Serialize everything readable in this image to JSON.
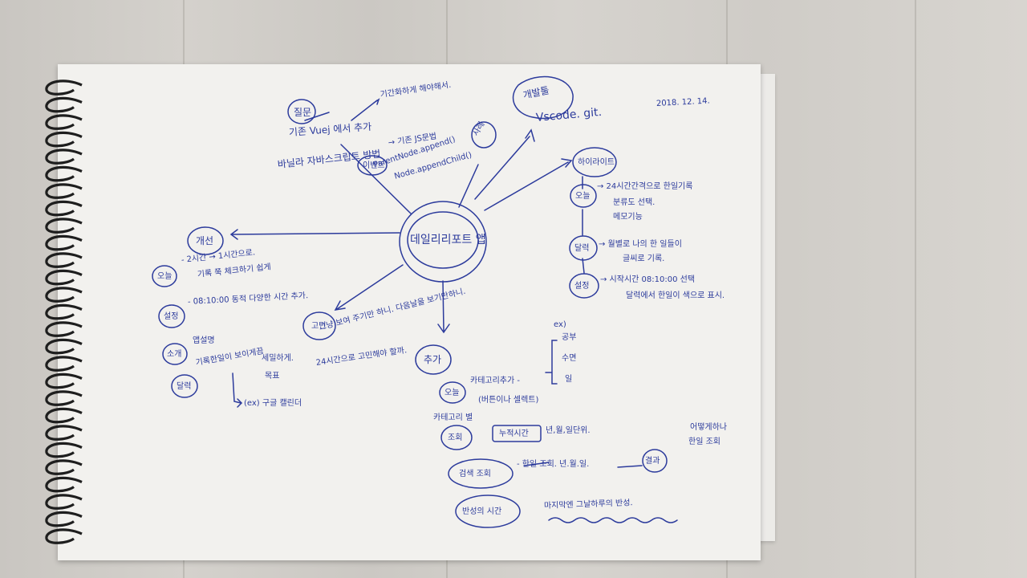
{
  "date": "2018. 12. 14.",
  "center": "데일리리포트 앱",
  "branches": {
    "question": {
      "label": "질문",
      "lines": [
        "기존 Vuej 에서 추가",
        "바닐라 자바스크립트 방법"
      ],
      "note": "기간화하게 해야해서.",
      "method": "이벤트",
      "method_notes": [
        "→ 기존 JS문법",
        "ParentNode.append()",
        "Node.appendChild()"
      ],
      "side": "사례"
    },
    "dev_tools": {
      "label": "개발툴",
      "text": "Vscode. git."
    },
    "features": {
      "label": "하이라이트",
      "items": [
        {
          "label": "오늘",
          "text": [
            "→ 24시간간격으로 한일기록",
            "분류도 선택.",
            "메모기능"
          ]
        },
        {
          "label": "달력",
          "text": [
            "→ 월별로 나의 한 일들이",
            "글씨로 기록."
          ]
        },
        {
          "label": "설정",
          "text": [
            "→ 시작시간 08:10:00 선택",
            "달력에서 한일이 색으로 표시."
          ]
        }
      ]
    },
    "improve": {
      "label": "개선",
      "items": [
        {
          "label": "오늘",
          "text": [
            "- 2시간 → 1시간으로.",
            "기록 쭉 체크하기 쉽게"
          ]
        },
        {
          "label": "설정",
          "text": [
            "- 08:10:00  동적 다양한 시간 추가."
          ]
        },
        {
          "label": "소개",
          "text": [
            "앱설명"
          ]
        },
        {
          "label": "달력",
          "text": [
            "기록한일이 보이게끔",
            "세밀하게.",
            "목표"
          ]
        }
      ],
      "footnote": "(ex) 구글 캘린더"
    },
    "worry": {
      "label": "고민",
      "text": [
        "그냥 보여 주기만 하니. 다음날을 보기만하니.",
        "24시간으로 고민해야 할까."
      ]
    },
    "add": {
      "label": "추가",
      "today": {
        "label": "오늘",
        "text": [
          "카테고리추가 -",
          "(버튼이나 셀렉트)"
        ]
      },
      "categories_prefix": "ex)",
      "categories": [
        "공부",
        "수면",
        "일"
      ],
      "lookup_prefix": "카테고리 별",
      "lookup": {
        "label": "조회",
        "box": "누적시간",
        "text": "년,월,일단위."
      },
      "search": {
        "label": "검색 조회",
        "text": "- 한일 조회. 년.월.일.",
        "badge": "결과"
      },
      "side_note": [
        "어떻게하나",
        "한일 조회"
      ],
      "regret": {
        "label": "반성의 시간",
        "text": "마지막엔 그날하루의 반성."
      }
    }
  }
}
